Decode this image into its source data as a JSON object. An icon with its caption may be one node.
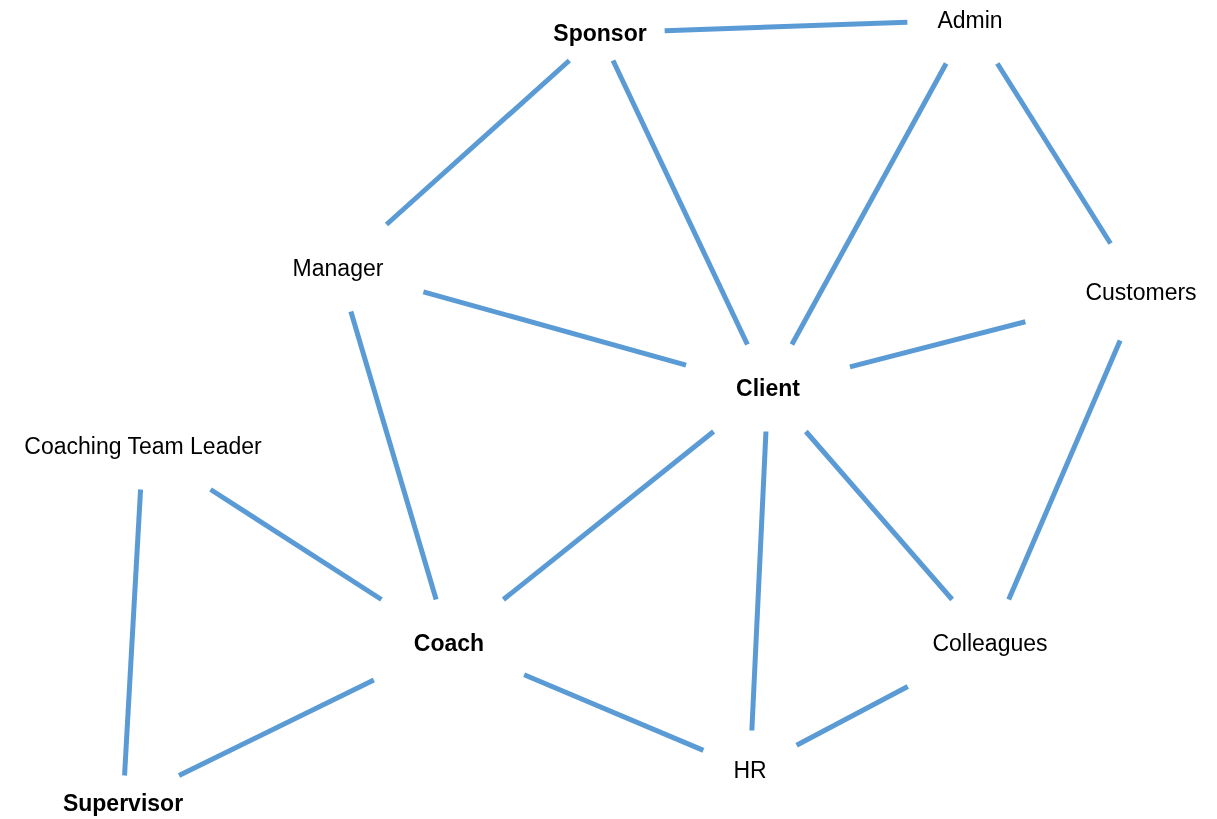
{
  "diagram": {
    "nodes": [
      {
        "text": [
          "Sponsor"
        ]
      },
      {
        "text": [
          "Admin"
        ]
      },
      {
        "text": [
          "Manager"
        ]
      },
      {
        "text": [
          "Customers"
        ]
      },
      {
        "text": [
          "Client"
        ]
      },
      {
        "text": [
          "Coaching Team Leader"
        ]
      },
      {
        "text": [
          "Coach"
        ]
      },
      {
        "text": [
          "Colleagues"
        ]
      },
      {
        "text": [
          "HR"
        ]
      },
      {
        "text": [
          "Supervisor"
        ]
      }
    ],
    "edges": [
      {
        "from": 0,
        "to": 1,
        "arrow": "none"
      },
      {
        "from": 0,
        "to": 2,
        "arrow": "none"
      },
      {
        "from": 0,
        "to": 4,
        "arrow": "none"
      },
      {
        "from": 1,
        "to": 4,
        "arrow": "none"
      },
      {
        "from": 1,
        "to": 3,
        "arrow": "none"
      },
      {
        "from": 2,
        "to": 4,
        "arrow": "none"
      },
      {
        "from": 2,
        "to": 6,
        "arrow": "none"
      },
      {
        "from": 3,
        "to": 4,
        "arrow": "none"
      },
      {
        "from": 3,
        "to": 7,
        "arrow": "none"
      },
      {
        "from": 4,
        "to": 6,
        "arrow": "none"
      },
      {
        "from": 4,
        "to": 8,
        "arrow": "none"
      },
      {
        "from": 4,
        "to": 7,
        "arrow": "none"
      },
      {
        "from": 5,
        "to": 6,
        "arrow": "none"
      },
      {
        "from": 5,
        "to": 9,
        "arrow": "none"
      },
      {
        "from": 6,
        "to": 9,
        "arrow": "none"
      },
      {
        "from": 6,
        "to": 8,
        "arrow": "none"
      },
      {
        "from": 7,
        "to": 8,
        "arrow": "none"
      }
    ]
  }
}
